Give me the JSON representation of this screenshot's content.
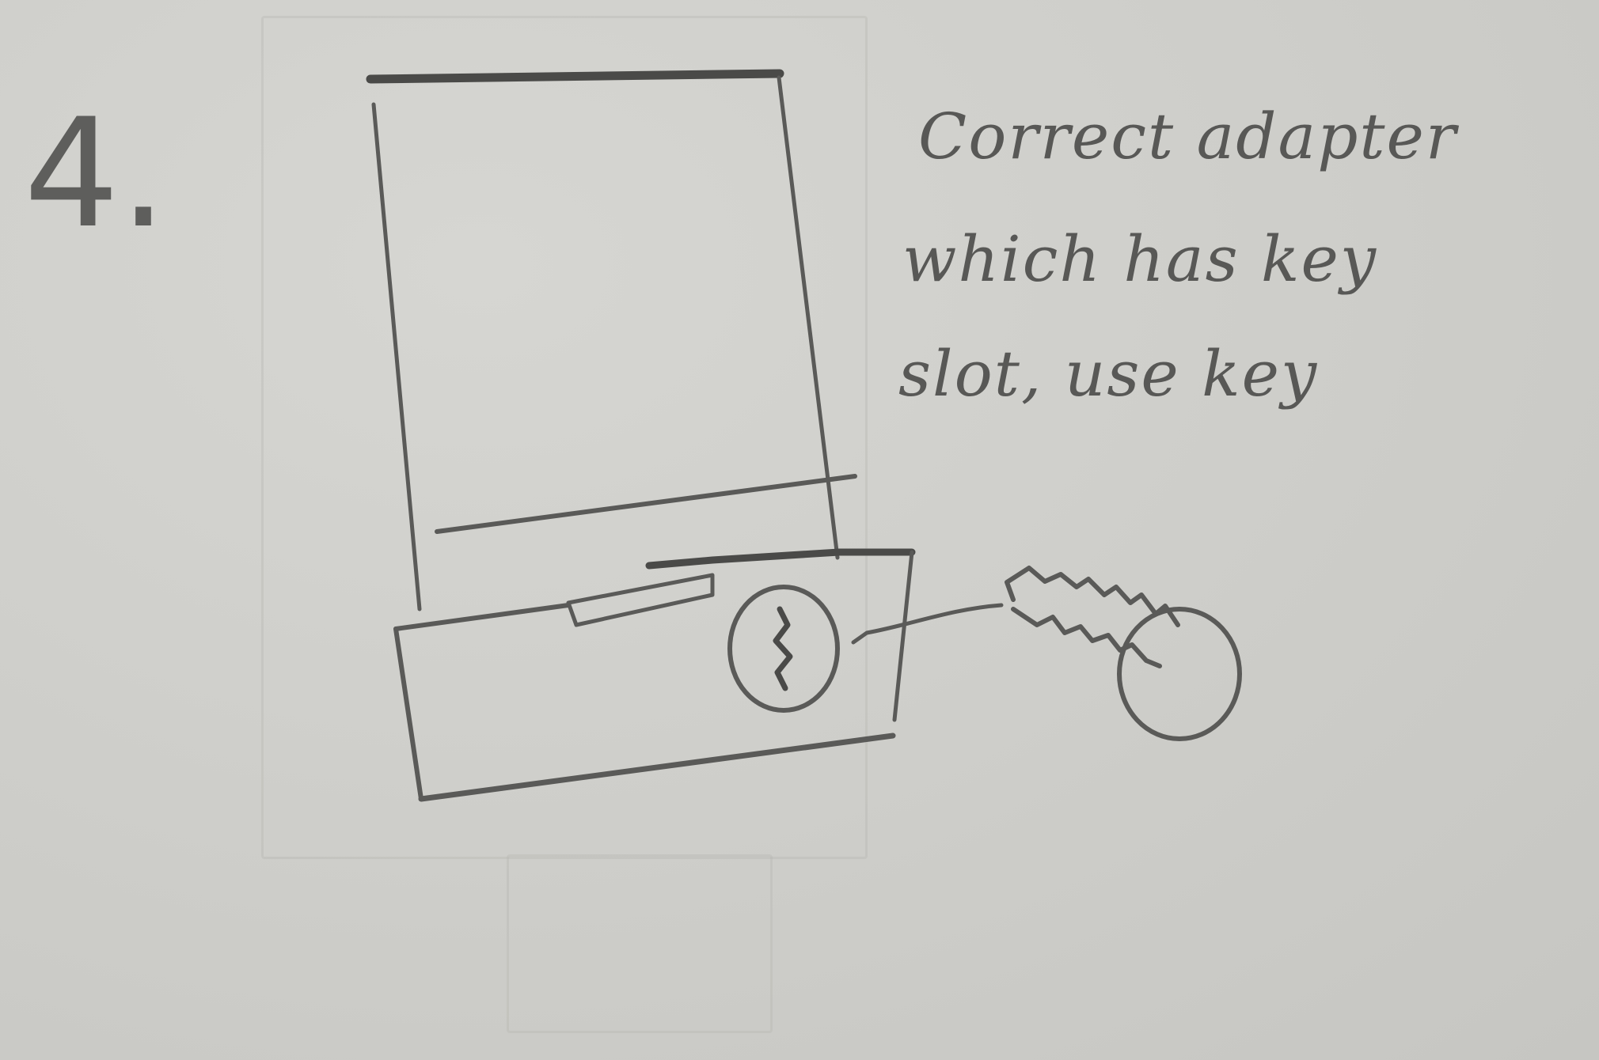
{
  "step_number": "4.",
  "caption": {
    "lines": [
      "Correct adapter",
      "which has key",
      "slot, use key"
    ]
  },
  "colors": {
    "paper": "#cdcdca",
    "pencil": "#5a5a58"
  }
}
